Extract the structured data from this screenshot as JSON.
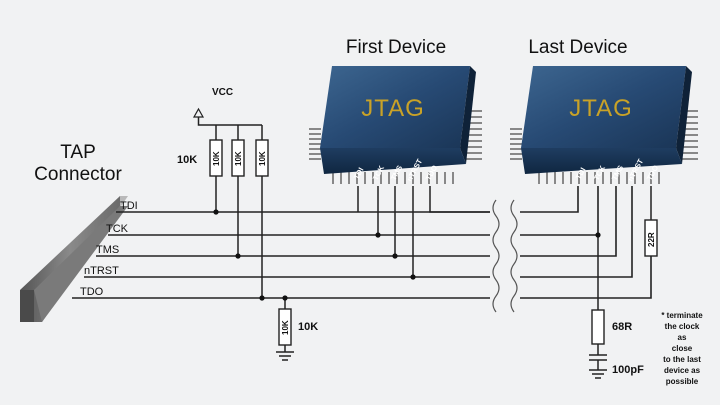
{
  "devices": {
    "first": {
      "title": "First Device",
      "chip_label": "JTAG",
      "pins": [
        "TDI",
        "TCK",
        "TMS",
        "nTRST",
        "TDO"
      ]
    },
    "last": {
      "title": "Last Device",
      "chip_label": "JTAG",
      "pins": [
        "TDI",
        "TCK",
        "TMS",
        "nTRST",
        "TDO"
      ]
    }
  },
  "connector": {
    "title_line1": "TAP",
    "title_line2": "Connector"
  },
  "signals": [
    "TDI",
    "TCK",
    "TMS",
    "nTRST",
    "TDO"
  ],
  "power": {
    "vcc_label": "VCC"
  },
  "resistors": {
    "pullup": "10K",
    "pullup_side_label": "10K",
    "pulldown": "10K",
    "pulldown_side_label": "10K",
    "series_tdo": "22R",
    "termination": "68R",
    "capacitor": "100pF"
  },
  "note": {
    "lines": [
      "* terminate",
      "the clock",
      "as",
      "close",
      "to the last",
      "device as",
      "possible"
    ]
  },
  "colors": {
    "chip_top": "#274a74",
    "chip_side": "#16314f",
    "chip_text": "#c9a227",
    "wire": "#222222",
    "background": "#f1f2f3"
  }
}
